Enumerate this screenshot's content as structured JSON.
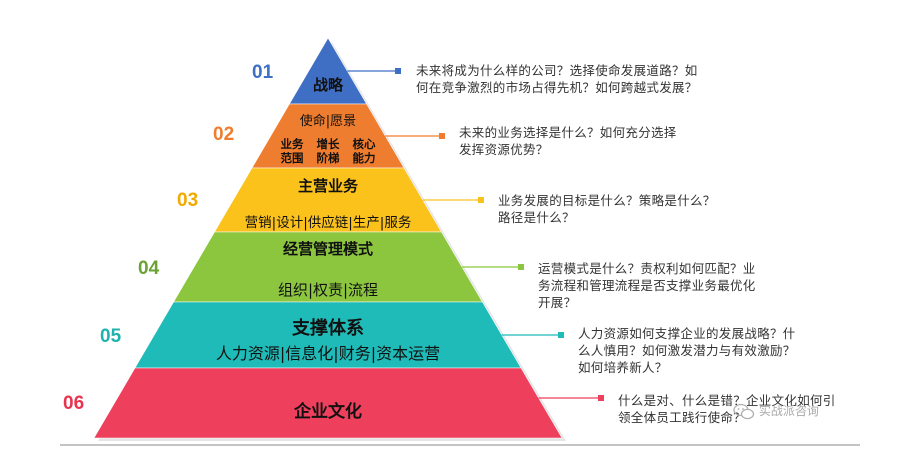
{
  "levels": [
    {
      "num": "01",
      "title": "战略",
      "color": "#3f6fc4",
      "num_color": "#3f6fc4",
      "desc": [
        "未来将成为什么样的公司？选择使命发展道路？如",
        "何在竞争激烈的市场占得先机？如何跨越式发展？"
      ]
    },
    {
      "num": "02",
      "title": "使命|愿景",
      "grid": [
        [
          "业务",
          "增长",
          "核心"
        ],
        [
          "范围",
          "阶梯",
          "能力"
        ]
      ],
      "color": "#ef7d2f",
      "num_color": "#ef7d2f",
      "desc": [
        "未来的业务选择是什么？如何充分选择",
        "发挥资源优势？"
      ]
    },
    {
      "num": "03",
      "title": "主营业务",
      "subtitle": "营销|设计|供应链|生产|服务",
      "color": "#fcc21c",
      "num_color": "#f2a900",
      "desc": [
        "业务发展的目标是什么？策略是什么？",
        "路径是什么？"
      ]
    },
    {
      "num": "04",
      "title": "经营管理模式",
      "subtitle": "组织|权责|流程",
      "color": "#8cc63f",
      "num_color": "#6aa334",
      "desc": [
        "运营模式是什么？责权利如何匹配？业",
        "务流程和管理流程是否支撑业务最优化",
        "开展？"
      ]
    },
    {
      "num": "05",
      "title": "支撑体系",
      "subtitle": "人力资源|信息化|财务|资本运营",
      "color": "#1fbbb8",
      "num_color": "#1fb3b0",
      "desc": [
        "人力资源如何支撑企业的发展战略？什",
        "么人慎用？如何激发潜力与有效激励？",
        "如何培养新人？"
      ]
    },
    {
      "num": "06",
      "title": "企业文化",
      "color": "#ee3f5d",
      "num_color": "#e8344f",
      "desc": [
        "什么是对、什么是错？企业文化如何引",
        "领全体员工践行使命？"
      ]
    }
  ],
  "watermark": "实战派咨询",
  "icons": {
    "bullet": "square-bullet-icon",
    "watermark": "chat-bubble-icon"
  }
}
